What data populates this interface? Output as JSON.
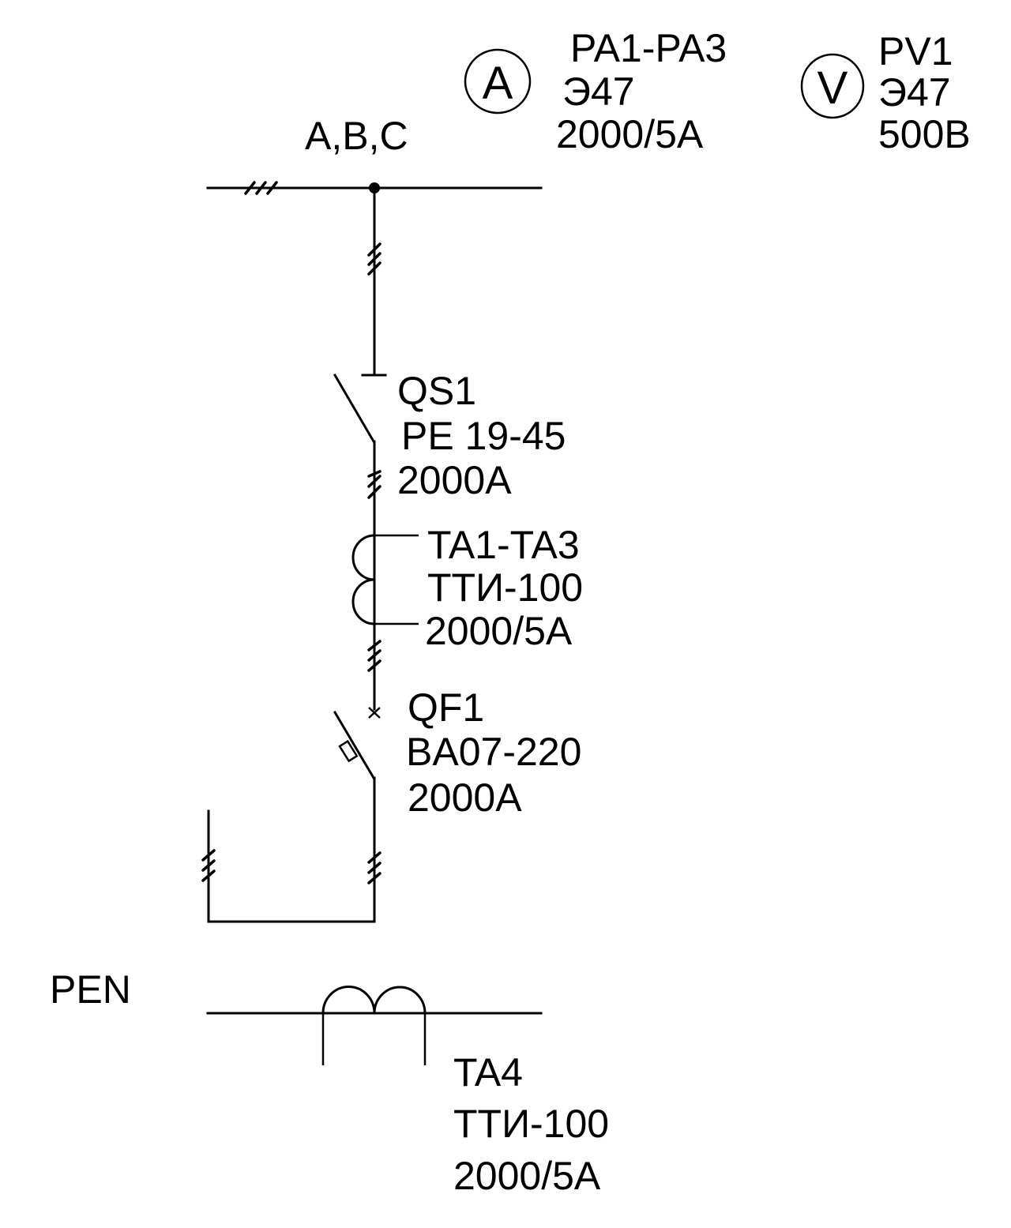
{
  "colors": {
    "ink": "#000000",
    "background": "#ffffff"
  },
  "bus": {
    "label": "A,B,C"
  },
  "ammeter": {
    "symbol": "A",
    "designation": "PA1-PA3",
    "type": "Э47",
    "rating": "2000/5A"
  },
  "voltmeter": {
    "symbol": "V",
    "designation": "PV1",
    "type": "Э47",
    "rating": "500B"
  },
  "disconnector": {
    "designation": "QS1",
    "type": "PE 19-45",
    "rating": "2000A"
  },
  "current_transformers": {
    "designation": "TA1-TA3",
    "type": "ТТИ-100",
    "rating": "2000/5A"
  },
  "circuit_breaker": {
    "designation": "QF1",
    "type": "BA07-220",
    "rating": "2000A"
  },
  "pen": {
    "label": "PEN",
    "ct_designation": "TA4",
    "ct_type": "ТТИ-100",
    "ct_rating": "2000/5A"
  }
}
